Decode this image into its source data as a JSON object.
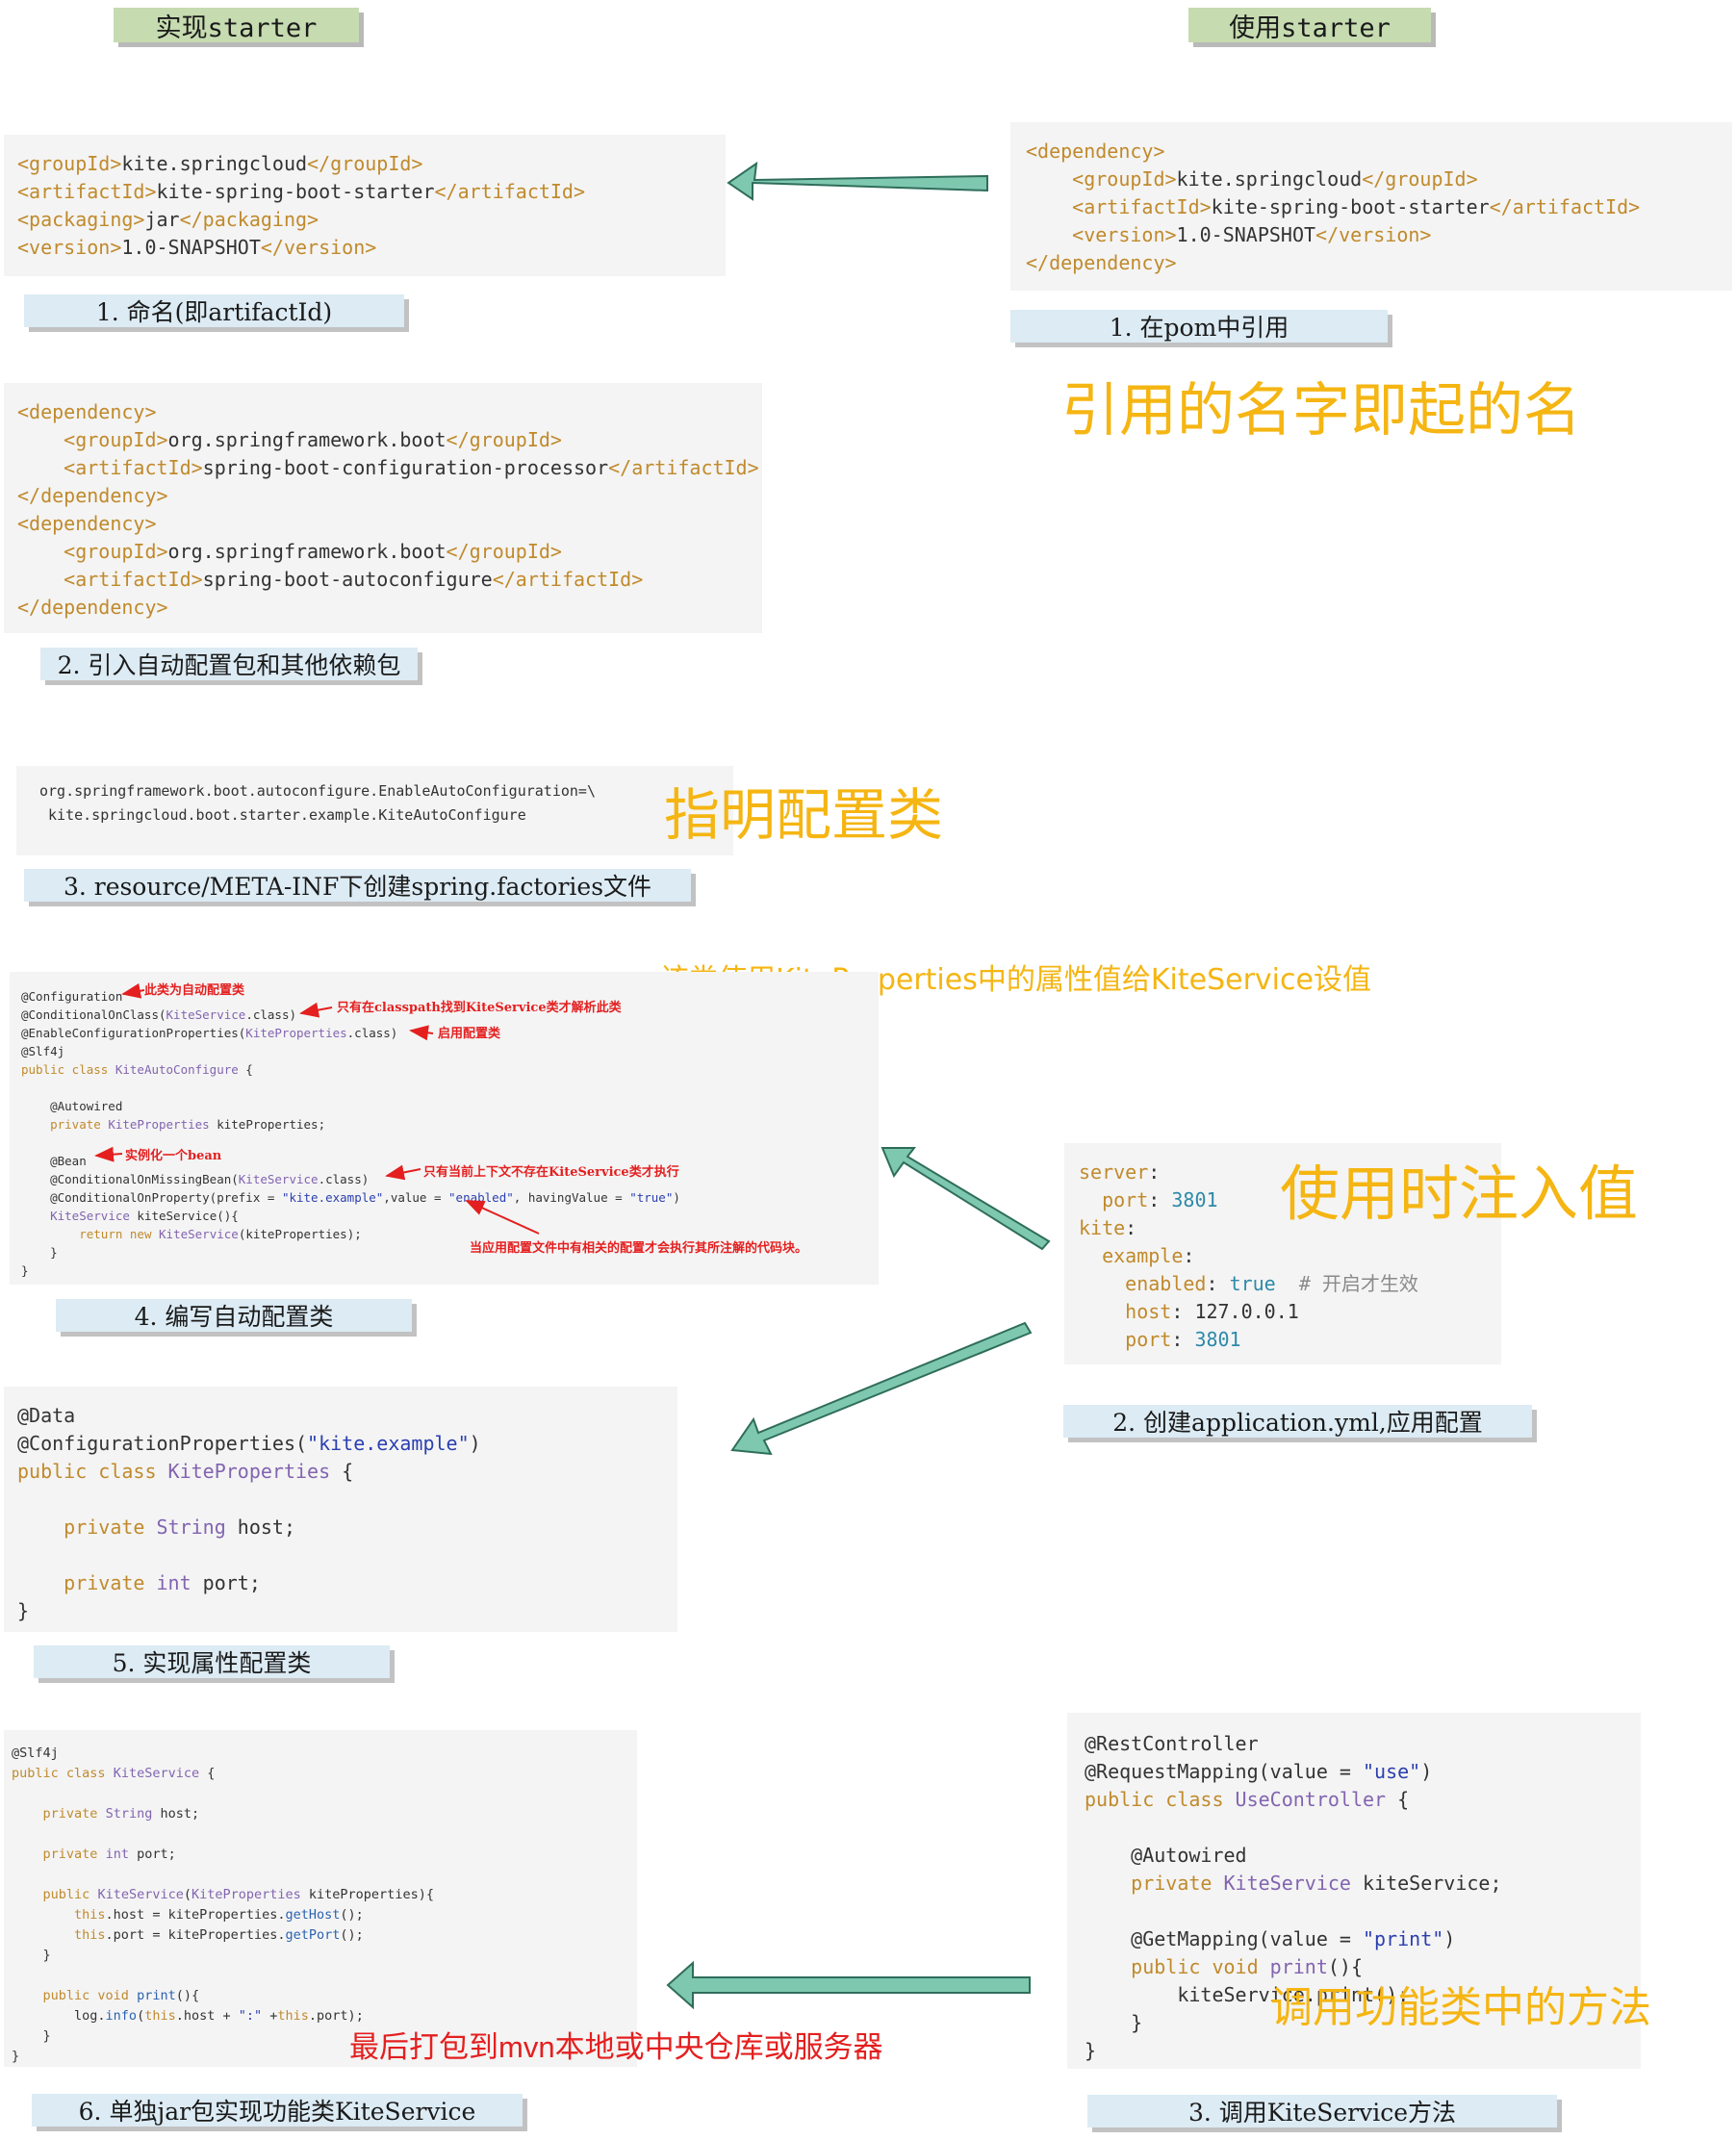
{
  "headers": {
    "left": "实现starter",
    "right": "使用starter"
  },
  "labels": {
    "impl1": "1. 命名(即artifactId)",
    "impl2": "2. 引入自动配置包和其他依赖包",
    "impl3": "3.  resource/META-INF下创建spring.factories文件",
    "impl4": "4. 编写自动配置类",
    "impl5": "5. 实现属性配置类",
    "impl6": "6. 单独jar包实现功能类KiteService",
    "use1": "1. 在pom中引用",
    "use2": "2. 创建application.yml,应用配置",
    "use3": "3. 调用KiteService方法"
  },
  "annotations": {
    "name_same": "引用的名字即起的名",
    "config_class": "指明配置类",
    "kite_props_usage": "该类使用KiteProperties中的属性值给KiteService设值",
    "inject_values": "使用时注入值",
    "call_method": "调用功能类中的方法",
    "package_deploy": "最后打包到mvn本地或中央仓库或服务器"
  },
  "inline_notes": {
    "auto_config": "此类为自动配置类",
    "on_class": "只有在classpath找到KiteService类才解析此类",
    "enable_props": "启用配置类",
    "bean": "实例化一个bean",
    "missing_bean": "只有当前上下文不存在KiteService类才执行",
    "on_property": "当应用配置文件中有相关的配置才会执行其所注解的代码块。"
  },
  "code": {
    "impl_pom": {
      "group_id": "kite.springcloud",
      "artifact_id": "kite-spring-boot-starter",
      "packaging": "jar",
      "version": "1.0-SNAPSHOT"
    },
    "use_pom": {
      "group_id": "kite.springcloud",
      "artifact_id": "kite-spring-boot-starter",
      "version": "1.0-SNAPSHOT"
    },
    "deps": [
      {
        "group_id": "org.springframework.boot",
        "artifact_id": "spring-boot-configuration-processor"
      },
      {
        "group_id": "org.springframework.boot",
        "artifact_id": "spring-boot-autoconfigure"
      }
    ],
    "factories": {
      "line1": "org.springframework.boot.autoconfigure.EnableAutoConfiguration=\\",
      "line2": "kite.springcloud.boot.starter.example.KiteAutoConfigure"
    },
    "yaml": {
      "server_port": "3801",
      "enabled": "true",
      "enabled_comment": "# 开启才生效",
      "host": "127.0.0.1",
      "port": "3801"
    },
    "properties_prefix": "\"kite.example\"",
    "controller_mapping": "\"use\"",
    "get_mapping": "\"print\""
  },
  "colors": {
    "header_bg": "#c6dbb0",
    "label_bg": "#dcebf4",
    "arrow_fill": "#7fc8b0",
    "arrow_stroke": "#2f6d5b",
    "yellow_text": "#f5b512",
    "red_text": "#e41f1f"
  }
}
